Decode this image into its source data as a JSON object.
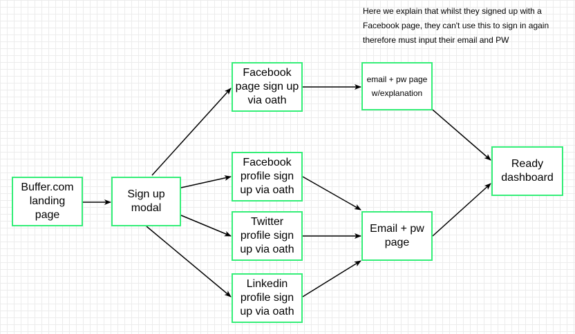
{
  "diagram": {
    "nodes": {
      "landing": {
        "label": "Buffer.com landing page"
      },
      "signup_modal": {
        "label": "Sign up modal"
      },
      "fb_page": {
        "label": "Facebook page sign up via oath"
      },
      "fb_profile": {
        "label": "Facebook profile sign up via oath"
      },
      "twitter": {
        "label": "Twitter profile sign up via oath"
      },
      "linkedin": {
        "label": "Linkedin profile sign up via oath"
      },
      "email_pw_explain": {
        "label": "email + pw page w/explanation"
      },
      "email_pw": {
        "label": "Email + pw page"
      },
      "dashboard": {
        "label": "Ready dashboard"
      }
    },
    "note": "Here we explain that whilst they signed up with a Facebook page, they can't use this to sign in again therefore must input their email and PW",
    "edges": [
      {
        "from": "landing",
        "to": "signup_modal"
      },
      {
        "from": "signup_modal",
        "to": "fb_page"
      },
      {
        "from": "signup_modal",
        "to": "fb_profile"
      },
      {
        "from": "signup_modal",
        "to": "twitter"
      },
      {
        "from": "signup_modal",
        "to": "linkedin"
      },
      {
        "from": "fb_page",
        "to": "email_pw_explain"
      },
      {
        "from": "fb_profile",
        "to": "email_pw"
      },
      {
        "from": "twitter",
        "to": "email_pw"
      },
      {
        "from": "linkedin",
        "to": "email_pw"
      },
      {
        "from": "email_pw_explain",
        "to": "dashboard"
      },
      {
        "from": "email_pw",
        "to": "dashboard"
      }
    ],
    "colors": {
      "node_border": "#33ee77",
      "edge": "#000000",
      "grid": "#ececec"
    }
  }
}
